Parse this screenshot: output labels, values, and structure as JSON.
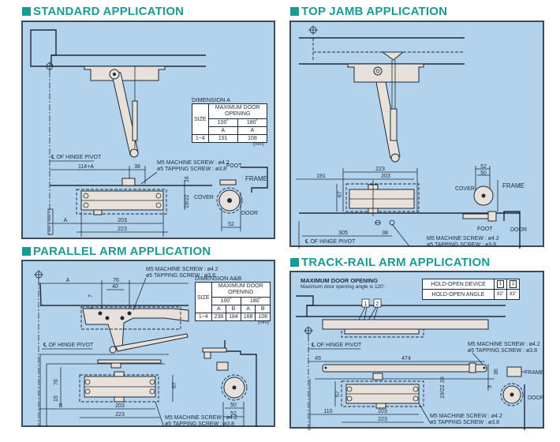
{
  "accent_color": "#1a9a95",
  "panel_color": "#b3d3ec",
  "sections": {
    "standard": {
      "title": "STANDARD APPLICATION",
      "dimension_table": {
        "caption": "DIMENSION A",
        "size_header": "SIZE",
        "group_header": "MAXIMUM DOOR OPENING",
        "angles": [
          "100˚",
          "180˚"
        ],
        "sub_headers": [
          "A",
          "A"
        ],
        "row": {
          "size": "1~4",
          "values": [
            "191",
            "108"
          ]
        },
        "unit": "(mm)"
      },
      "labels": {
        "hinge_pivot": "℄ OF HINGE PIVOT",
        "dim_114a": "114+A",
        "dim_38": "38",
        "dim_a": "A",
        "dim_203": "203",
        "dim_223": "223",
        "dim_16": "16",
        "dim_19_22": "19/22",
        "dim_52": "52",
        "screw_1": "M5 MACHINE SCREW : ø4.2",
        "screw_2": "ø5 TAPPING SCREW : ø3.8",
        "foot": "FOOT",
        "frame": "FRAME",
        "cover": "COVER",
        "door": "DOOR"
      }
    },
    "top_jamb": {
      "title": "TOP JAMB APPLICATION",
      "labels": {
        "dim_223": "223",
        "dim_203": "203",
        "dim_191": "191",
        "dim_67": "67",
        "dim_305": "305",
        "dim_38": "38",
        "dim_52": "52",
        "dim_50": "50",
        "hinge_pivot": "℄ OF HINGE PIVOT",
        "screw_1": "M5 MACHINE SCREW : ø4.2",
        "screw_2": "ø5 TAPPING SCREW : ø3.8",
        "cover": "COVER",
        "frame": "FRAME",
        "foot": "FOOT",
        "door": "DOOR"
      }
    },
    "parallel_arm": {
      "title": "PARALLEL ARM APPLICATION",
      "dimension_table": {
        "caption": "DIMENSION A&B",
        "size_header": "SIZE",
        "group_header": "MAXIMUM DOOR OPENING",
        "angles": [
          "100˚",
          "180˚"
        ],
        "sub_headers": [
          "A",
          "B",
          "A",
          "B"
        ],
        "row": {
          "size": "1~4",
          "values": [
            "238",
            "184",
            "168",
            "108"
          ]
        },
        "unit": "(mm)"
      },
      "labels": {
        "dim_a": "A",
        "dim_76": "76",
        "dim_40": "40",
        "dim_7": "7",
        "dim_15": "15",
        "dim_76v": "76",
        "dim_15v": "15",
        "dim_67": "67",
        "dim_b": "B",
        "dim_203": "203",
        "dim_223": "223",
        "dim_50": "50",
        "dim_52": "52",
        "hinge_pivot": "℄ OF HINGE PIVOT",
        "screw_top_1": "M5 MACHINE SCREW : ø4.2",
        "screw_top_2": "ø5 TAPPING SCREW : ø3.8",
        "screw_bot_1": "M5 MACHINE SCREW : ø4.2",
        "screw_bot_2": "ø5 TAPPING SCREW : ø3.8"
      }
    },
    "track_rail": {
      "title": "TRACK-RAIL ARM APPLICATION",
      "max_opening_title": "MAXIMUM DOOR OPENING",
      "max_opening_text": "Maximum door opening angle is 120˚.",
      "hold_table": {
        "rows": [
          {
            "label": "HOLD-OPEN DEVICE",
            "values": [
              "1",
              "2"
            ],
            "boxed": true
          },
          {
            "label": "HOLD-OPEN ANGLE",
            "values": [
              "92˚",
              "83˚"
            ],
            "boxed": false
          }
        ]
      },
      "callouts": [
        "1",
        "2"
      ],
      "labels": {
        "hinge_pivot": "℄ OF HINGE PIVOT",
        "dim_45": "45",
        "dim_474": "474",
        "dim_110": "110",
        "dim_203": "203",
        "dim_223": "223",
        "dim_67": "67",
        "dim_19_22": "19/22",
        "dim_28": "28",
        "dim_36": "36",
        "dim_3": "3",
        "screw_top_1": "M5 MACHINE SCREW : ø4.2",
        "screw_top_2": "ø5 TAPPING SCREW : ø3.8",
        "screw_bot_1": "M5 MACHINE SCREW : ø4.2",
        "screw_bot_2": "ø5 TAPPING SCREW : ø3.8",
        "frame": "FRAME",
        "door": "DOOR"
      }
    }
  }
}
